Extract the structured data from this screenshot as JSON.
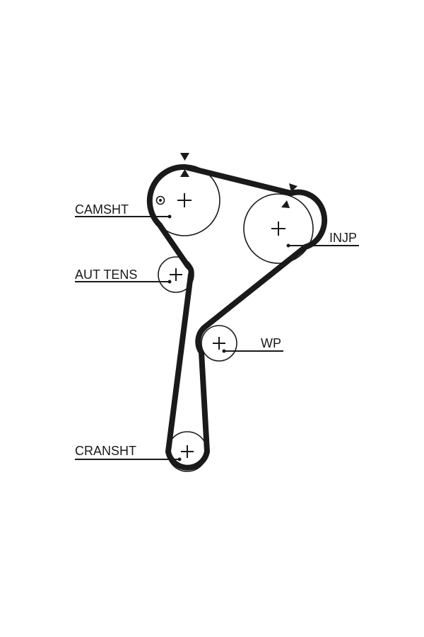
{
  "labels": {
    "camshaft": "CAMSHT",
    "tensioner": "AUT TENS",
    "injection_pump": "INJP",
    "water_pump": "WP",
    "crankshaft": "CRANSHT"
  }
}
